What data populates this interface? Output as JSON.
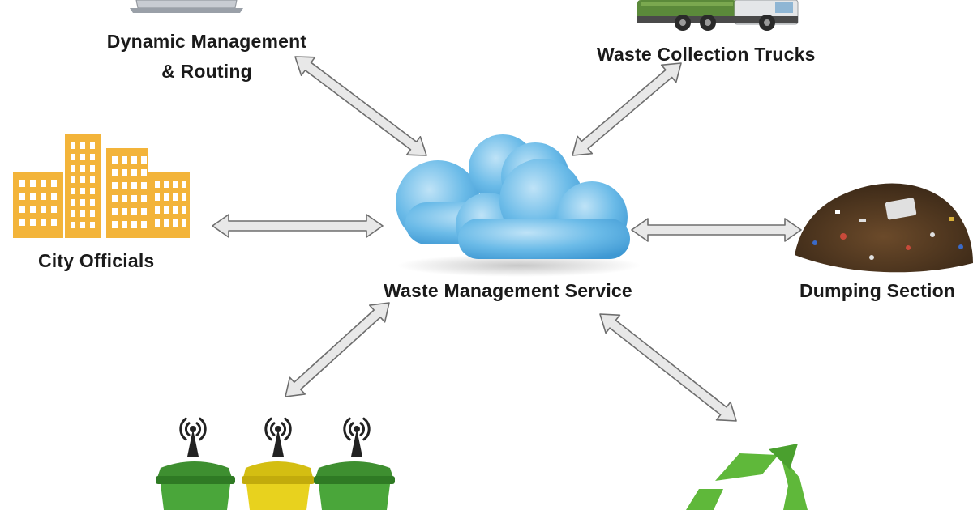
{
  "diagram": {
    "center_label": "Waste Management Service",
    "nodes": {
      "dynamic_management": {
        "line1": "Dynamic Management",
        "line2": "& Routing"
      },
      "trucks": {
        "label": "Waste Collection Trucks"
      },
      "city_officials": {
        "label": "City Officials"
      },
      "dumping": {
        "label": "Dumping Section"
      }
    },
    "icons": [
      "laptop-icon",
      "garbage-truck-icon",
      "city-buildings-icon",
      "cloud-icon",
      "waste-pile-icon",
      "wireless-signal-icon",
      "green-bin-icon",
      "yellow-bin-icon",
      "recycle-icon"
    ],
    "colors": {
      "cloud": "#6bbbe8",
      "buildings": "#f3b43a",
      "arrow_fill": "#e8e8e8",
      "arrow_stroke": "#6e6e6e",
      "bin_green": "#4aa63a",
      "bin_yellow": "#e8d21e",
      "recycle": "#5fb83a"
    }
  }
}
